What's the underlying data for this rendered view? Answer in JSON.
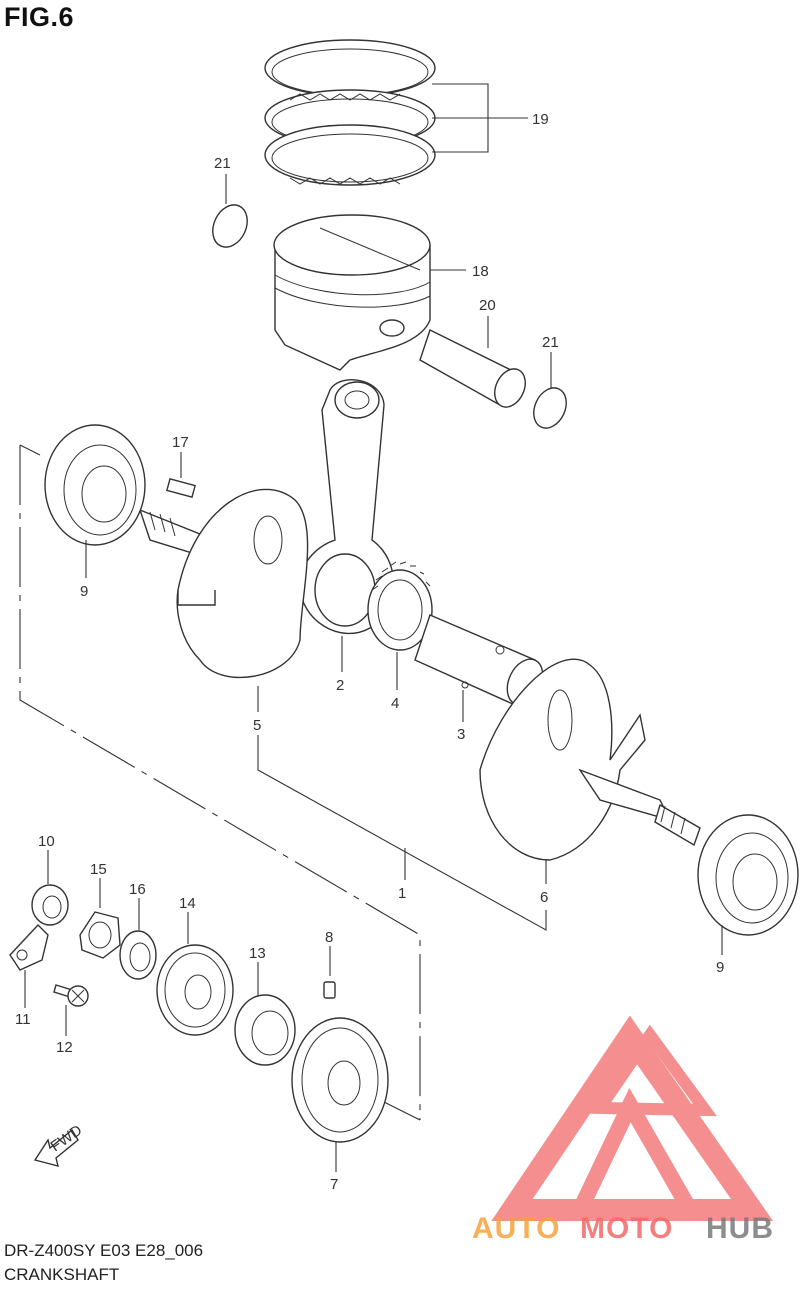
{
  "figure": {
    "title": "FIG.6",
    "model_code": "DR-Z400SY  E03  E28_006",
    "name": "CRANKSHAFT"
  },
  "callouts": [
    {
      "id": "c19",
      "label": "19"
    },
    {
      "id": "c21a",
      "label": "21"
    },
    {
      "id": "c18",
      "label": "18"
    },
    {
      "id": "c20",
      "label": "20"
    },
    {
      "id": "c21b",
      "label": "21"
    },
    {
      "id": "c17",
      "label": "17"
    },
    {
      "id": "c9a",
      "label": "9"
    },
    {
      "id": "c2",
      "label": "2"
    },
    {
      "id": "c4",
      "label": "4"
    },
    {
      "id": "c5",
      "label": "5"
    },
    {
      "id": "c3",
      "label": "3"
    },
    {
      "id": "c1",
      "label": "1"
    },
    {
      "id": "c6",
      "label": "6"
    },
    {
      "id": "c10",
      "label": "10"
    },
    {
      "id": "c15",
      "label": "15"
    },
    {
      "id": "c16",
      "label": "16"
    },
    {
      "id": "c14",
      "label": "14"
    },
    {
      "id": "c8",
      "label": "8"
    },
    {
      "id": "c13",
      "label": "13"
    },
    {
      "id": "c11",
      "label": "11"
    },
    {
      "id": "c12",
      "label": "12"
    },
    {
      "id": "c9b",
      "label": "9"
    },
    {
      "id": "c7",
      "label": "7"
    }
  ],
  "fwd_arrow": {
    "label": "FWD"
  },
  "watermark": {
    "text_a": "AUTO",
    "text_b": "MOTO",
    "text_c": "HUB",
    "color_primary": "#f7a23c",
    "color_secondary": "#f26a6a",
    "color_tertiary": "#7a7a7a"
  }
}
